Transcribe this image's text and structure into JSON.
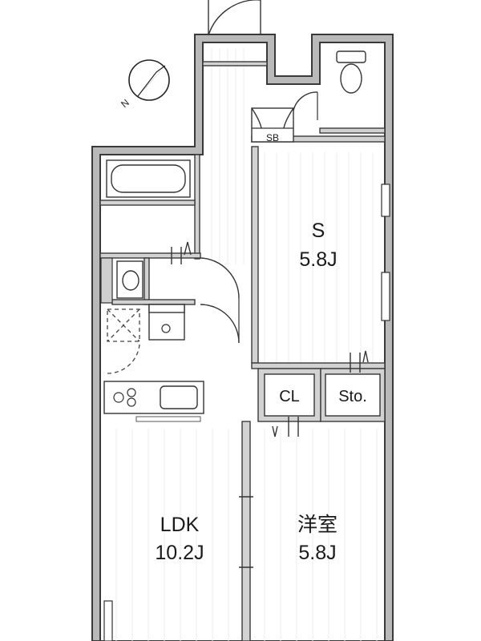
{
  "rooms": {
    "s": {
      "name": "S",
      "size": "5.8J"
    },
    "cl": {
      "name": "CL"
    },
    "sto": {
      "name": "Sto."
    },
    "ldk": {
      "name": "LDK",
      "size": "10.2J"
    },
    "western": {
      "name": "洋室",
      "size": "5.8J"
    },
    "sb": {
      "name": "SB"
    }
  },
  "compass": {
    "label": "N"
  }
}
